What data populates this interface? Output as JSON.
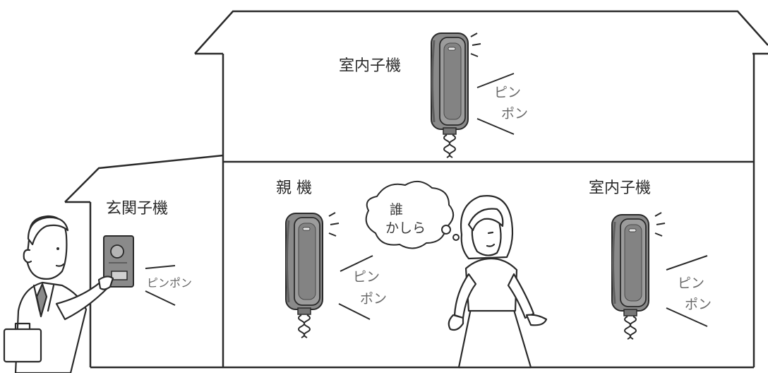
{
  "labels": {
    "upstairs_handset": "室内子機",
    "main_unit": "親 機",
    "room_handset": "室内子機",
    "door_unit": "玄関子機"
  },
  "sounds": {
    "upstairs_pin": "ピン",
    "upstairs_pon": "ポン",
    "main_pin": "ピン",
    "main_pon": "ポン",
    "room_pin": "ピン",
    "room_pon": "ポン",
    "door_pinpon": "ピンポン"
  },
  "thought": {
    "line1": "誰",
    "line2": "かしら"
  },
  "colors": {
    "line": "#2a2a2a",
    "device_fill": "#8a8a8a",
    "device_dark": "#5e5e5e",
    "device_light": "#b4b4b4"
  }
}
